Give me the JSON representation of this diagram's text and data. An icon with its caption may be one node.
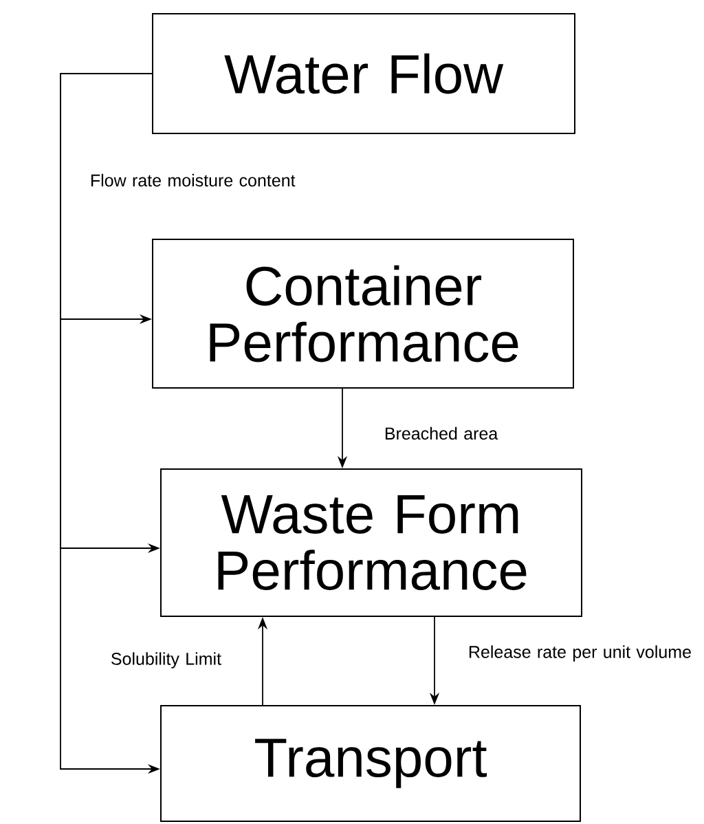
{
  "diagram": {
    "nodes": [
      {
        "text": [
          "Water Flow"
        ]
      },
      {
        "text": [
          "Container Performance"
        ]
      },
      {
        "text": [
          "Waste Form Performance"
        ]
      },
      {
        "text": [
          "Transport"
        ]
      }
    ],
    "edges": [
      {
        "from": 0,
        "to": 1,
        "arrow": "to",
        "label": "Flow rate moisture content"
      },
      {
        "from": 0,
        "to": 2,
        "arrow": "to"
      },
      {
        "from": 0,
        "to": 3,
        "arrow": "to"
      },
      {
        "from": 1,
        "to": 2,
        "arrow": "to",
        "label": "Breached area"
      },
      {
        "from": 2,
        "to": 3,
        "arrow": "to",
        "label": "Release rate per unit volume"
      },
      {
        "from": 3,
        "to": 2,
        "arrow": "to",
        "label": "Solubility Limit"
      }
    ]
  }
}
